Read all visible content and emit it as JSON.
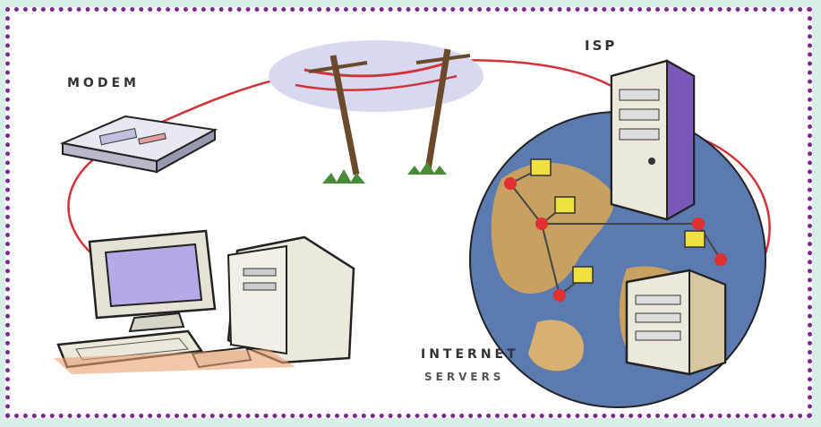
{
  "labels": {
    "modem": "MODEM",
    "isp": "ISP",
    "internet": "INTERNET",
    "servers": "SERVERS"
  },
  "icons": [
    "modem-icon",
    "telephone-poles-icon",
    "desktop-computer-icon",
    "isp-server-icon",
    "globe-network-icon",
    "internet-server-icon"
  ],
  "colors": {
    "border": "#7a2a8a",
    "connection": "#d0343a",
    "sky": "#d8d8f0"
  }
}
